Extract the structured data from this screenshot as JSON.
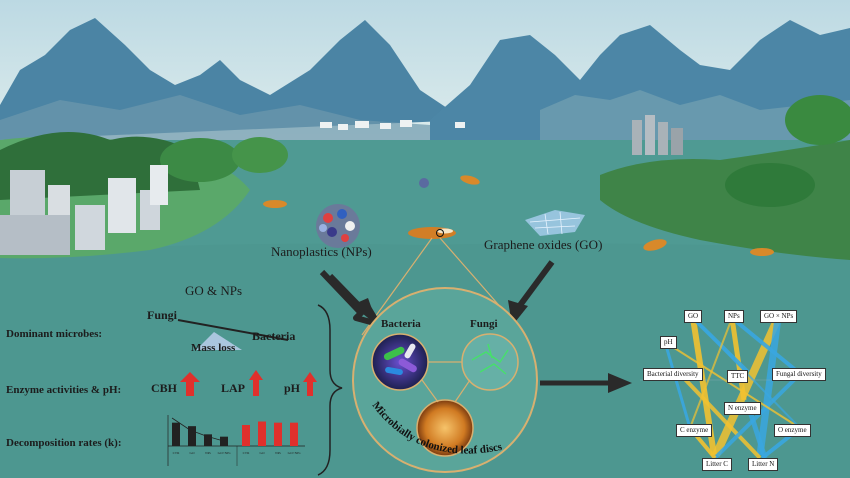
{
  "labels": {
    "nanoplastics": "Nanoplastics (NPs)",
    "graphene": "Graphene oxides (GO)",
    "go_nps": "GO & NPs",
    "dominant_microbes": "Dominant microbes:",
    "enzyme_ph": "Enzyme activities & pH:",
    "decomposition": "Decomposition rates (k):",
    "fungi": "Fungi",
    "bacteria": "Bacteria",
    "mass_loss": "Mass loss",
    "cbh": "CBH",
    "lap": "LAP",
    "ph": "pH",
    "circle_bacteria": "Bacteria",
    "circle_fungi": "Fungi",
    "circle_caption": "Microbially colonized leaf discs"
  },
  "network": {
    "nodes": [
      "GO",
      "NPs",
      "GO × NPs",
      "pH",
      "Bacterial diversity",
      "TTC",
      "Fungal diversity",
      "N enzyme",
      "C enzyme",
      "O enzyme",
      "Litter C",
      "Litter N"
    ]
  },
  "chart_data": {
    "type": "bar",
    "categories": [
      "CTR",
      "GO",
      "NPs",
      "GO×NPs",
      "CTR",
      "GO",
      "NPs",
      "GO×NPs"
    ],
    "series": [
      {
        "values": [
          0.02,
          0.017,
          0.01,
          0.008
        ]
      },
      {
        "values": [
          0.018,
          0.021,
          0.02,
          0.02
        ]
      }
    ],
    "colors": [
      "#222222",
      "#e0302c"
    ]
  },
  "colors": {
    "water": "#4f9a93",
    "sky": "#cfe6e8",
    "mountain": "#4f86a6",
    "arrow_up": "#e0302c",
    "arrow_dark": "#2a2a2a",
    "net_yellow": "#f2c230",
    "net_blue": "#3aa7e0",
    "circle_gold": "#d8b070"
  }
}
